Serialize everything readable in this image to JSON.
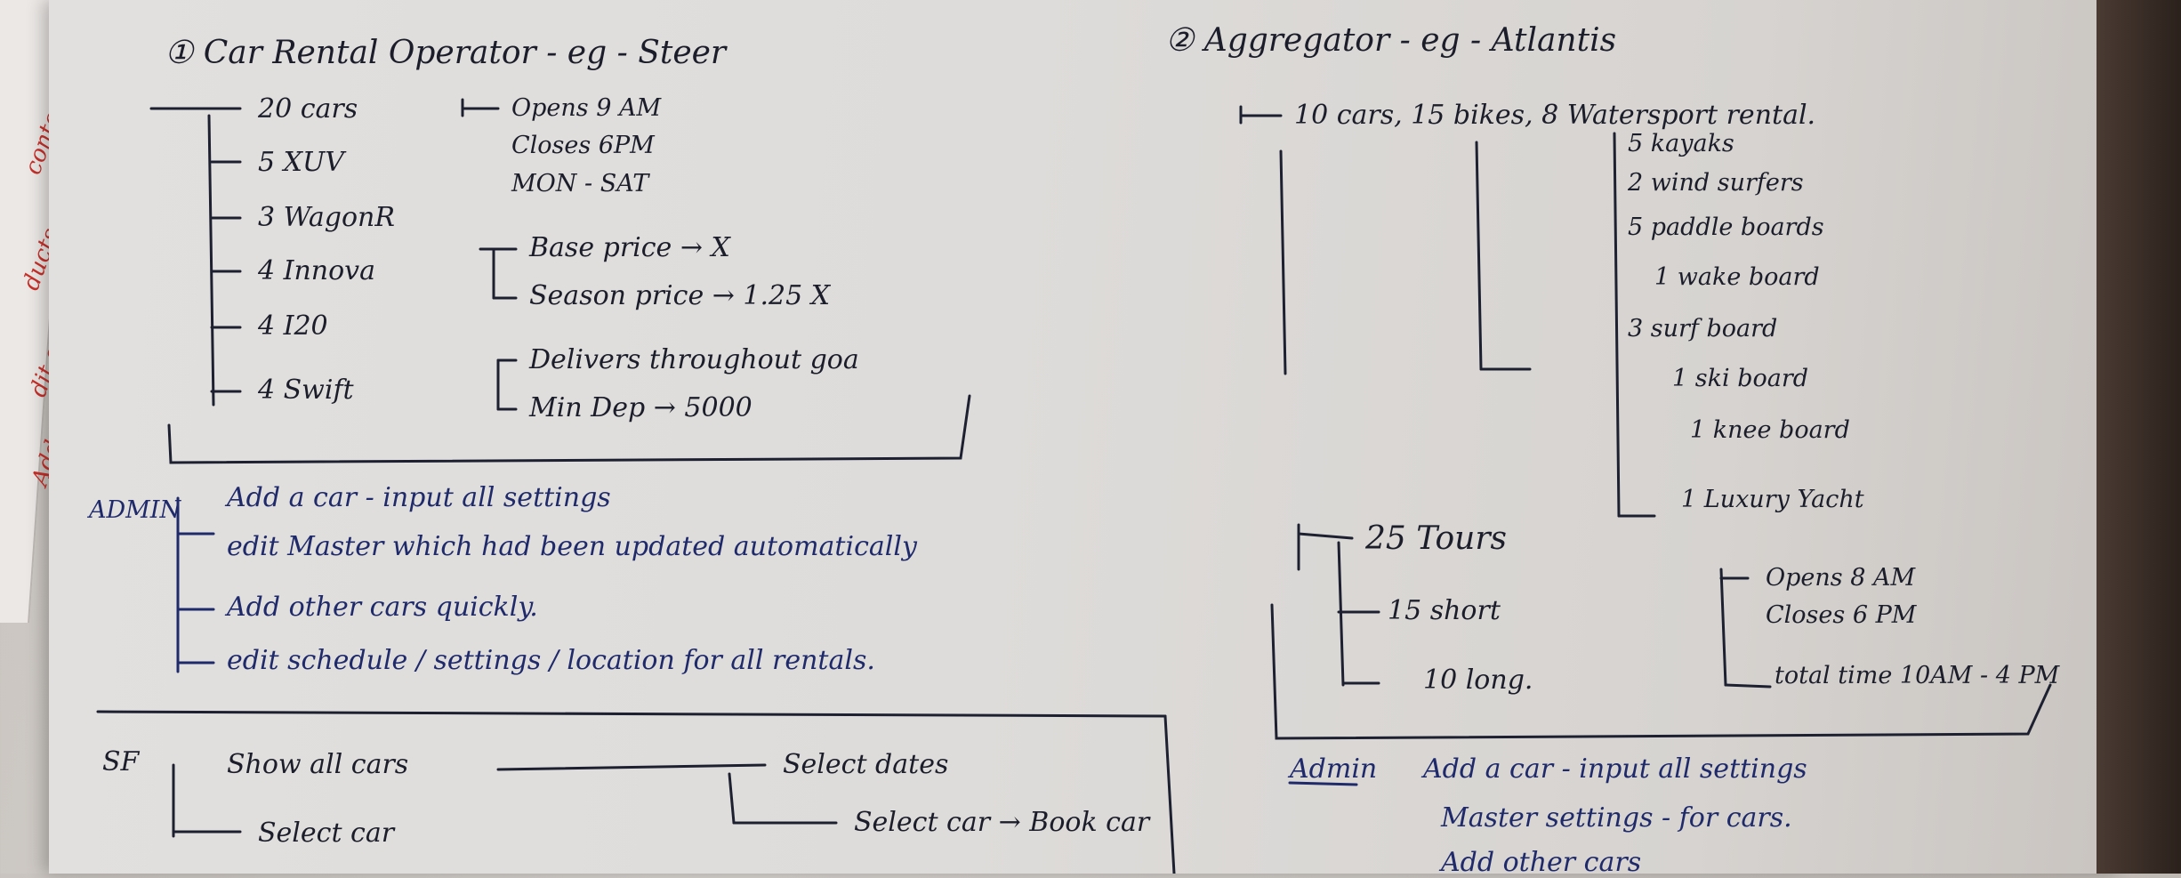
{
  "margin_notes": {
    "note_1": "content",
    "note_2": "ducts",
    "note_3": "dit setti",
    "note_4": "Add"
  },
  "section1": {
    "title": "① Car Rental Operator - eg - Steer",
    "fleet": [
      "20 cars",
      "5 XUV",
      "3 WagonR",
      "4 Innova",
      "4 I20",
      "4 Swift"
    ],
    "hours": [
      "Opens 9 AM",
      "Closes 6PM",
      "MON - SAT"
    ],
    "pricing": [
      "Base price → X",
      "Season price → 1.25 X"
    ],
    "delivery": [
      "Delivers throughout goa",
      "Min Dep → 5000"
    ]
  },
  "admin1": {
    "label": "ADMIN",
    "items": [
      "Add a car - input all settings",
      "edit Master which had been updated automatically",
      "Add other cars quickly.",
      "edit schedule / settings / location for all rentals."
    ]
  },
  "sf": {
    "label": "SF",
    "show_all": "Show all cars",
    "select_dates": "Select dates",
    "select_car_book": "Select car → Book car",
    "select_car": "Select car"
  },
  "section2": {
    "title": "② Aggregator - eg - Atlantis",
    "inventory": "10 cars, 15 bikes, 8 Watersport rental.",
    "watersports": [
      "5 kayaks",
      "2 wind surfers",
      "5 paddle boards",
      "1 wake board",
      "3 surf board",
      "1 ski board",
      "1 knee board",
      "1 Luxury Yacht"
    ],
    "tours": "25 Tours",
    "tour_types": [
      "15 short",
      "10 long."
    ],
    "tour_hours": [
      "Opens 8 AM",
      "Closes 6 PM",
      "total time 10AM - 4 PM"
    ]
  },
  "admin2": {
    "label": "Admin",
    "items": [
      "Add a car - input all settings",
      "Master settings - for cars.",
      "Add other cars"
    ]
  }
}
